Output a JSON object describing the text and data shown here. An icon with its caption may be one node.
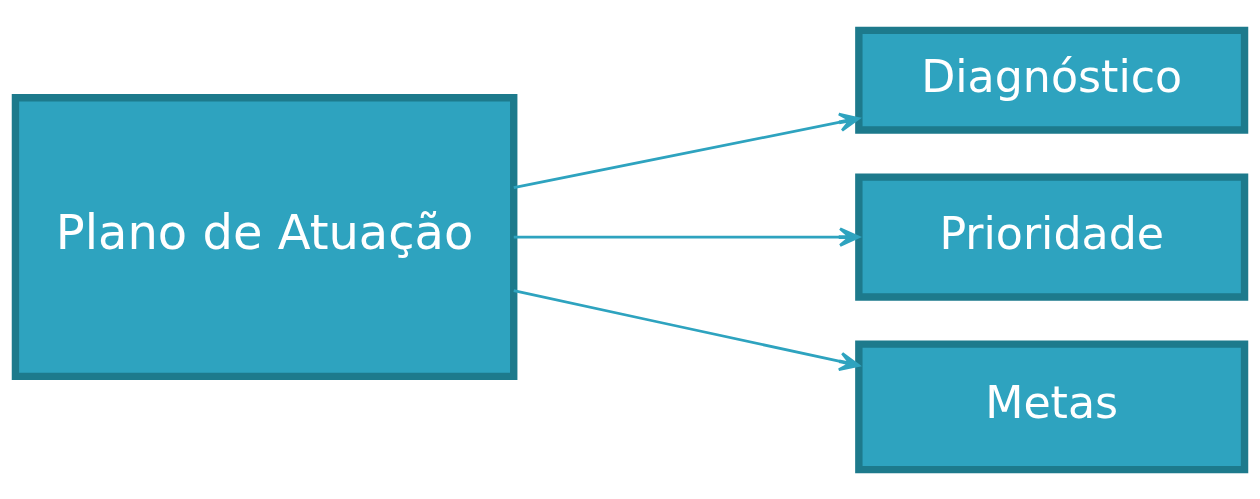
{
  "diagram": {
    "nodes": [
      {
        "text": [
          "Plano de Atuação"
        ]
      },
      {
        "text": [
          "Diagnóstico"
        ]
      },
      {
        "text": [
          "Prioridade"
        ]
      },
      {
        "text": [
          "Metas"
        ]
      }
    ],
    "edges": [
      {
        "from": 0,
        "to": 1,
        "arrow": "to"
      },
      {
        "from": 0,
        "to": 2,
        "arrow": "to"
      },
      {
        "from": 0,
        "to": 3,
        "arrow": "to"
      }
    ]
  }
}
